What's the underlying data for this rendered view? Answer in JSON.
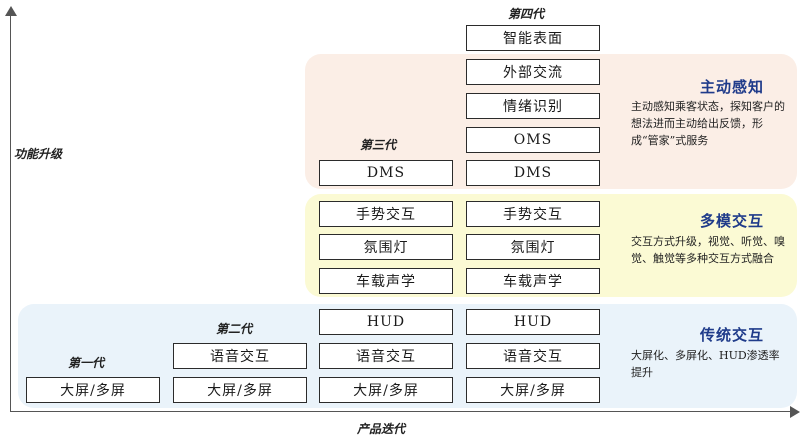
{
  "axes": {
    "y_label": "功能升级",
    "x_label": "产品迭代"
  },
  "generations": {
    "gen1": "第一代",
    "gen2": "第二代",
    "gen3": "第三代",
    "gen4": "第四代"
  },
  "gen1_boxes": [
    "大屏/多屏"
  ],
  "gen2_boxes": [
    "语音交互",
    "大屏/多屏"
  ],
  "gen3_boxes": [
    "DMS",
    "手势交互",
    "氛围灯",
    "车载声学",
    "HUD",
    "语音交互",
    "大屏/多屏"
  ],
  "gen4_boxes": [
    "智能表面",
    "外部交流",
    "情绪识别",
    "OMS",
    "DMS",
    "手势交互",
    "氛围灯",
    "车载声学",
    "HUD",
    "语音交互",
    "大屏/多屏"
  ],
  "categories": {
    "perception": {
      "title": "主动感知",
      "desc": "主动感知乘客状态，探知客户的想法进而主动给出反馈，形成“管家”式服务",
      "color": "#fbeee6"
    },
    "multimodal": {
      "title": "多模交互",
      "desc": "交互方式升级，视觉、听觉、嗅觉、触觉等多种交互方式融合",
      "color": "#fbfad4"
    },
    "traditional": {
      "title": "传统交互",
      "desc": "大屏化、多屏化、HUD渗透率提升",
      "color": "#eaf3fa"
    }
  }
}
